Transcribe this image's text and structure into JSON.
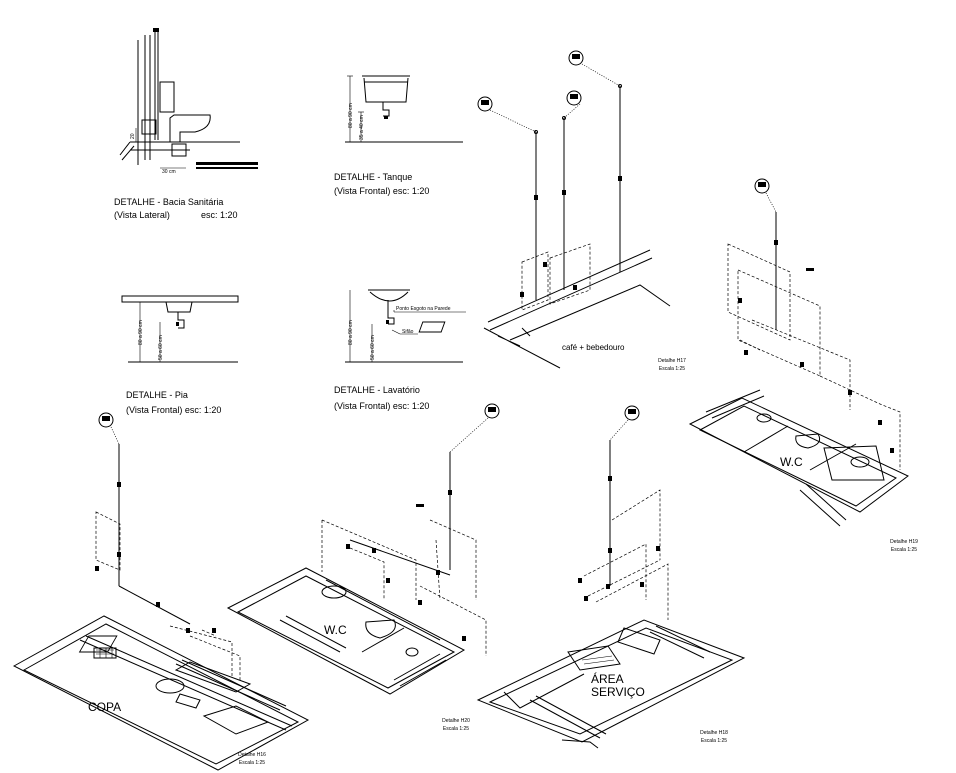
{
  "details": {
    "bacia": {
      "title": "DETALHE - Bacia Sanitária",
      "view": "(Vista Lateral)",
      "scale": "esc: 1:20",
      "dim_height": "20",
      "dim_width": "30 cm"
    },
    "tanque": {
      "title": "DETALHE - Tanque",
      "view": "(Vista Frontal) esc: 1:20",
      "dim_total": "80 a 90 cm",
      "dim_drain": "35 a 40 cm"
    },
    "pia": {
      "title": "DETALHE - Pia",
      "view": "(Vista Frontal) esc: 1:20",
      "dim_total": "80 a 90 cm",
      "dim_drain": "50 a 60 cm"
    },
    "lavatorio": {
      "title": "DETALHE - Lavatório",
      "view": "(Vista Frontal) esc: 1:20",
      "dim_total": "80 a 90 cm",
      "dim_drain": "50 a 60 cm",
      "note_drain": "Ponto Esgoto na Parede",
      "note_trap": "Sifão"
    }
  },
  "isometrics": {
    "h17": {
      "label": "café + bebedouro",
      "detail": "Detalhe H17",
      "scale": "Escala 1:25"
    },
    "h19": {
      "room": "W.C",
      "detail": "Detalhe H19",
      "scale": "Escala 1:25"
    },
    "h16": {
      "room": "COPA",
      "detail": "Detalhe H16",
      "scale": "Escala 1:25"
    },
    "h20": {
      "room": "W.C",
      "detail": "Detalhe H20",
      "scale": "Escala 1:25"
    },
    "h18": {
      "room_line1": "ÁREA",
      "room_line2": "SERVIÇO",
      "detail": "Detalhe H18",
      "scale": "Escala 1:25"
    }
  }
}
